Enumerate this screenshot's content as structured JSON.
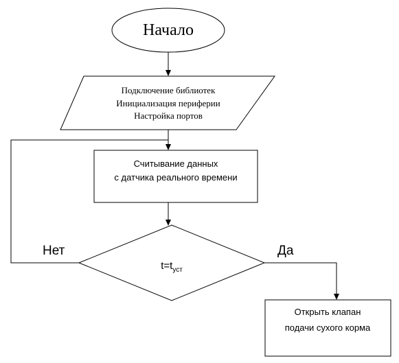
{
  "flowchart": {
    "start": {
      "label": "Начало"
    },
    "init": {
      "lines": [
        "Подключение библиотек",
        "Инициализация периферии",
        "Настройка портов"
      ]
    },
    "read": {
      "lines": [
        "Считывание данных",
        "с датчика реального времени"
      ]
    },
    "decision": {
      "base": "t=t",
      "subscript": "уст",
      "no_label": "Нет",
      "yes_label": "Да"
    },
    "action": {
      "lines": [
        "Открыть клапан",
        "подачи сухого корма"
      ]
    }
  }
}
